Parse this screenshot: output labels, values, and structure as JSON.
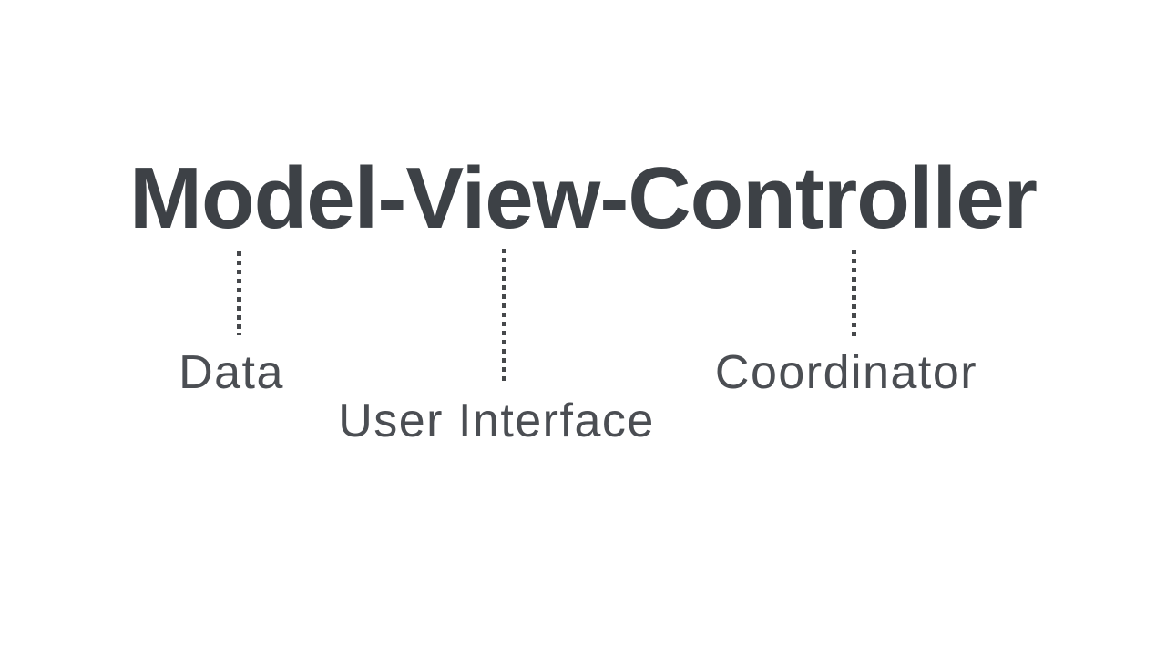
{
  "slide": {
    "title": "Model-View-Controller",
    "colors": {
      "background": "#ffffff",
      "title_text": "#3d4146",
      "label_text": "#4b4e53",
      "connector_dots": "#46484b"
    },
    "diagram": {
      "annotations": [
        {
          "term": "Model",
          "label": "Data"
        },
        {
          "term": "View",
          "label": "User Interface"
        },
        {
          "term": "Controller",
          "label": "Coordinator"
        }
      ]
    }
  }
}
